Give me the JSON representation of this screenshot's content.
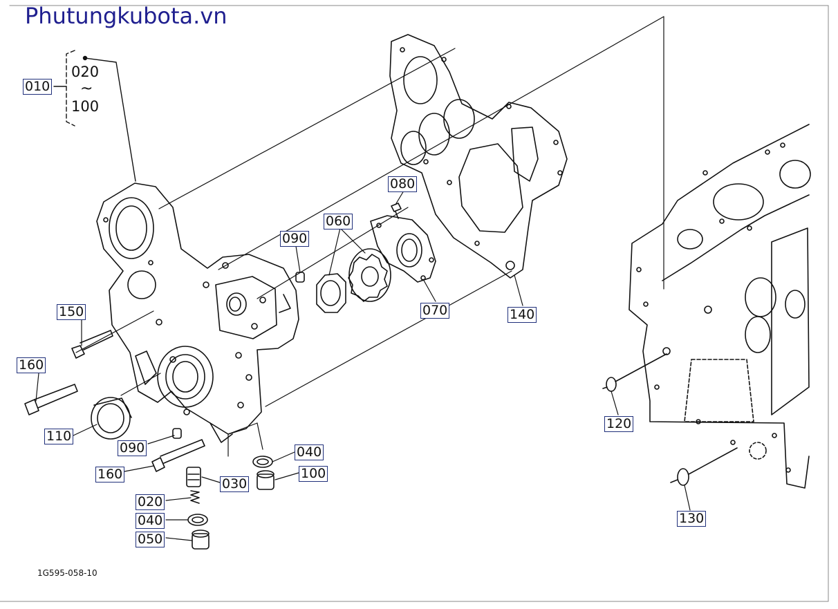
{
  "brand": "Phutungkubota.vn",
  "assembly": {
    "label": "010",
    "range_start": "020",
    "range_mark": "~",
    "range_end": "100"
  },
  "callouts": {
    "p010": "010",
    "p020": "020",
    "p030": "030",
    "p040a": "040",
    "p040b": "040",
    "p050": "050",
    "p060": "060",
    "p070": "070",
    "p080": "080",
    "p090a": "090",
    "p090b": "090",
    "p100": "100",
    "p110": "110",
    "p120": "120",
    "p130": "130",
    "p140": "140",
    "p150": "150",
    "p160a": "160",
    "p160b": "160"
  },
  "drawing_code": "1G595-058-10"
}
